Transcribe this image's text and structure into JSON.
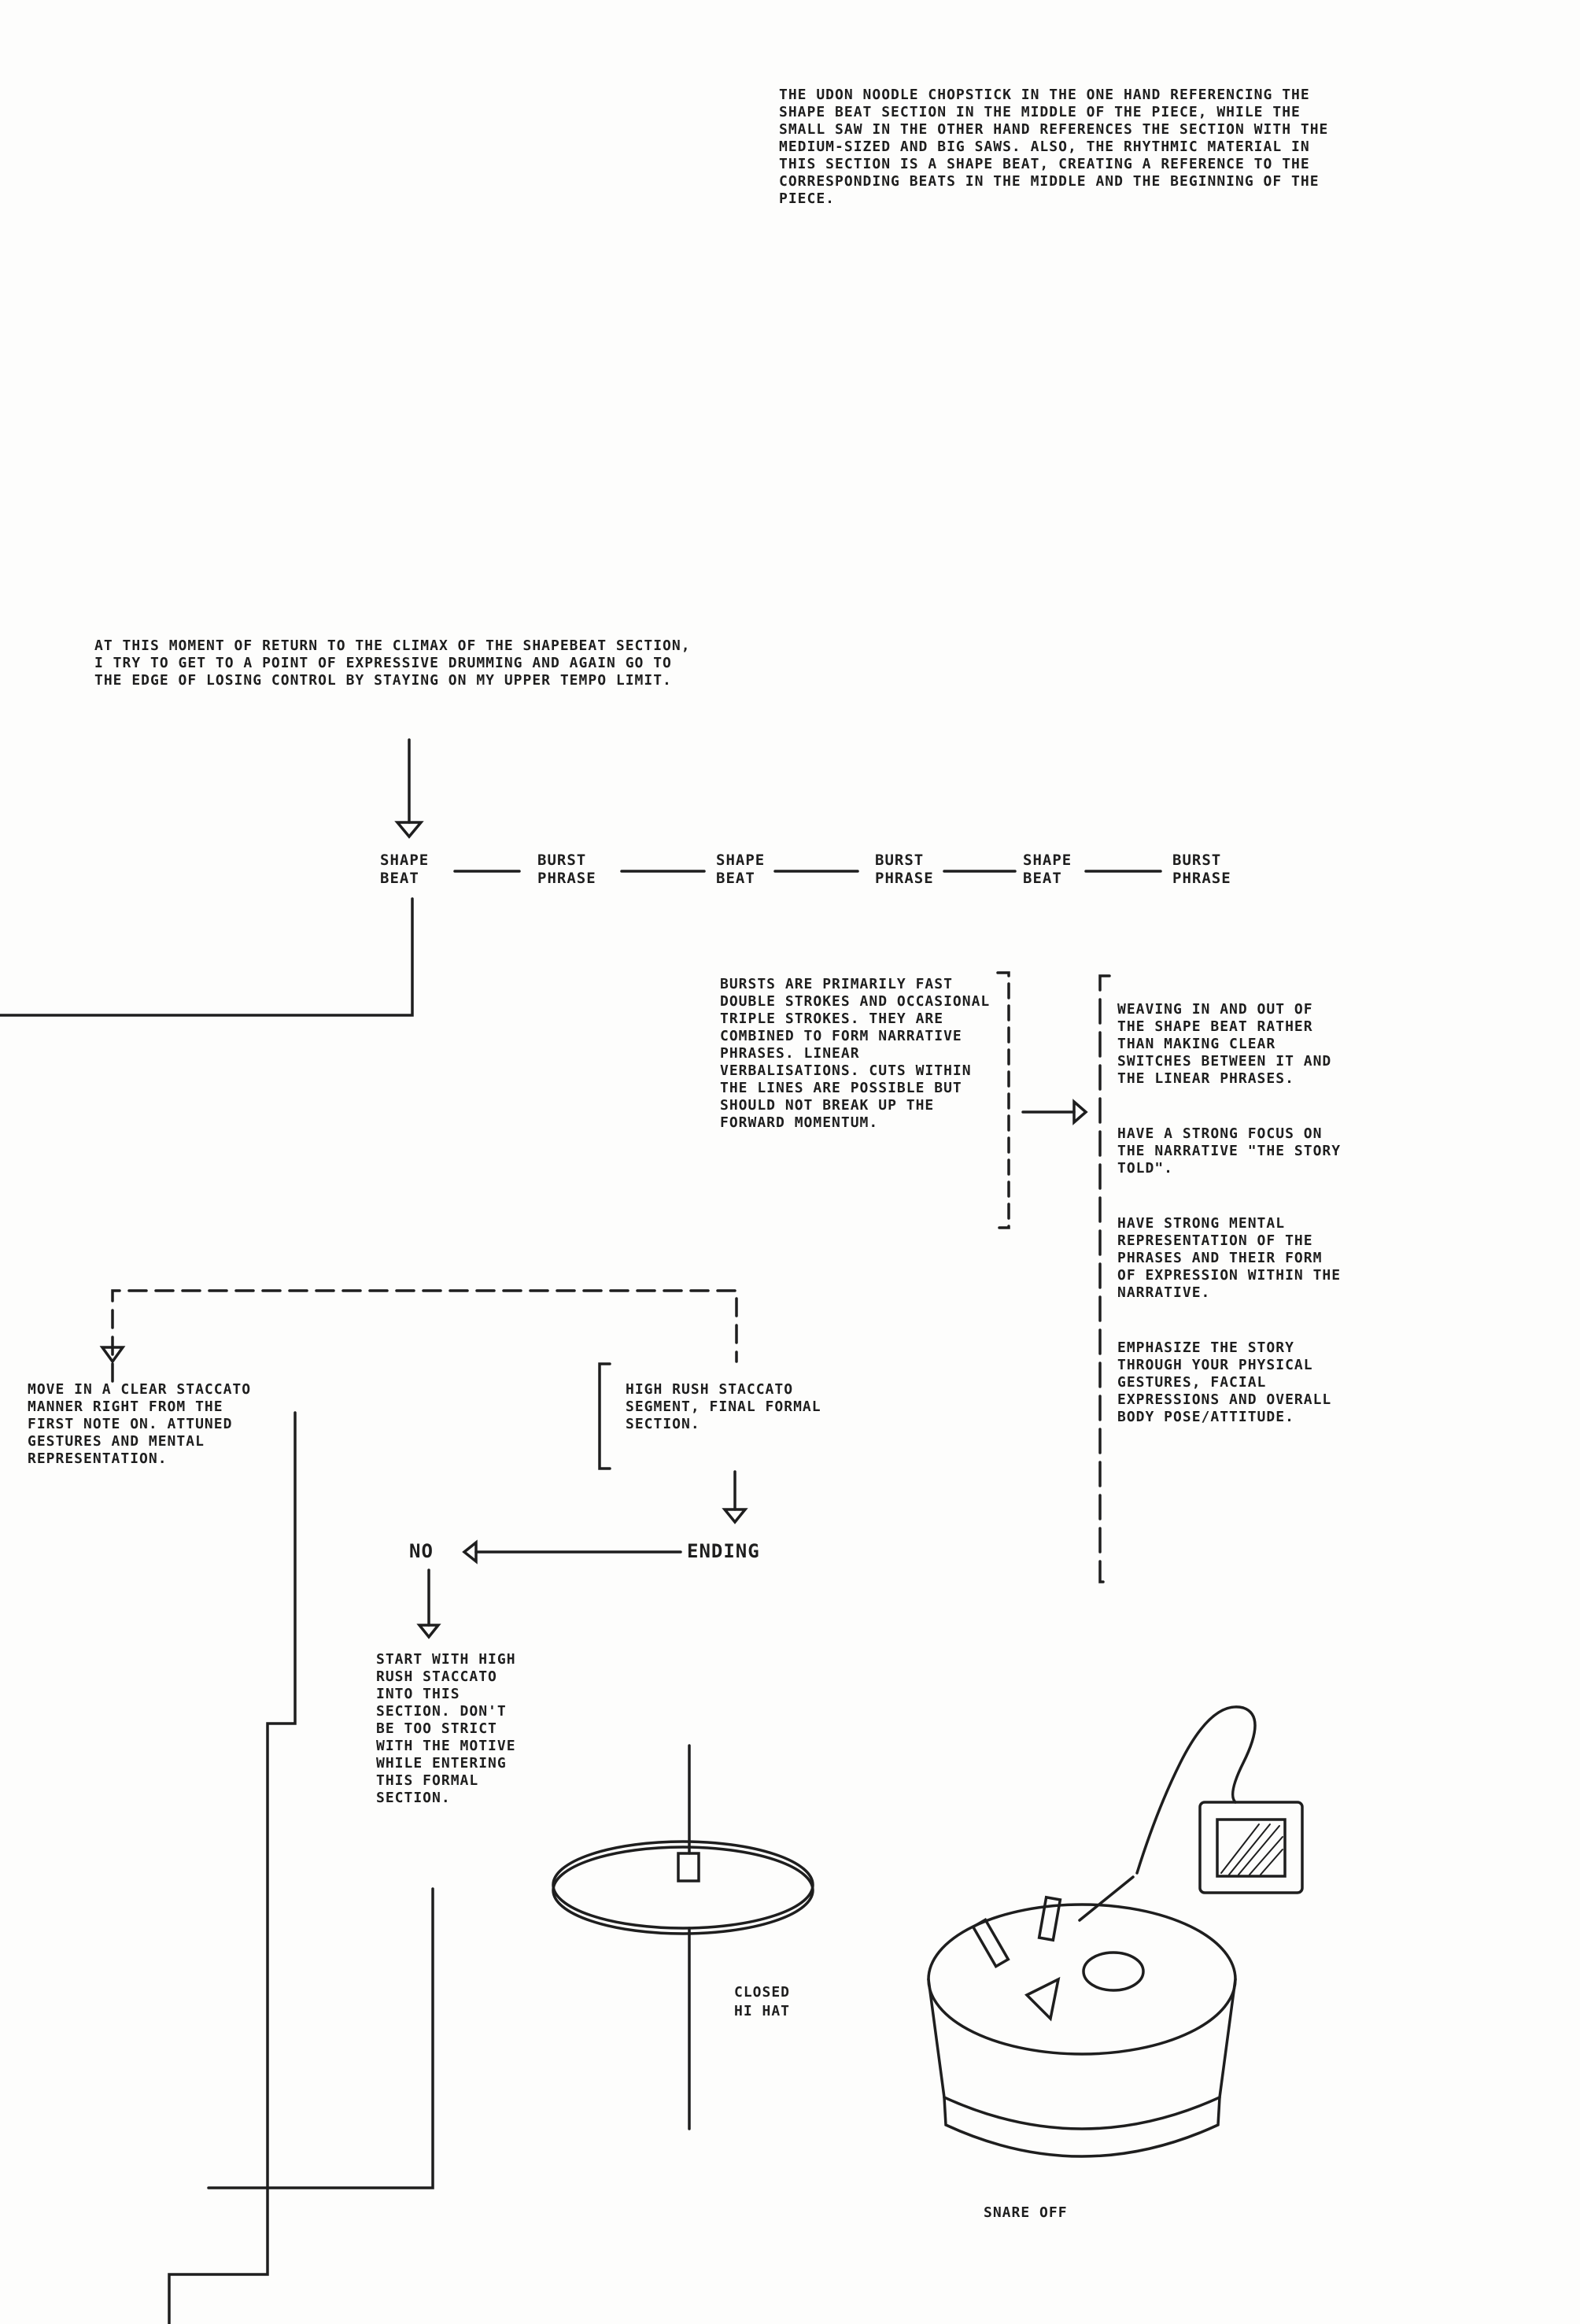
{
  "notes": {
    "top_note": "THE UDON NOODLE CHOPSTICK IN THE ONE HAND REFERENCING THE SHAPE BEAT SECTION IN THE MIDDLE OF THE PIECE, WHILE THE SMALL SAW IN THE OTHER HAND REFERENCES THE SECTION WITH THE MEDIUM-SIZED AND BIG SAWS. ALSO, THE RHYTHMIC MATERIAL IN THIS SECTION IS A SHAPE BEAT, CREATING A REFERENCE TO THE CORRESPONDING BEATS IN THE MIDDLE AND THE BEGINNING OF THE PIECE.",
    "climax_note": "AT THIS MOMENT OF RETURN TO THE CLIMAX OF THE SHAPEBEAT SECTION, I TRY TO GET TO A POINT OF EXPRESSIVE DRUMMING AND AGAIN GO TO THE EDGE OF LOSING CONTROL BY STAYING ON MY UPPER TEMPO LIMIT.",
    "bursts_note": "BURSTS ARE PRIMARILY FAST DOUBLE STROKES AND OCCASIONAL TRIPLE STROKES. THEY ARE COMBINED TO FORM NARRATIVE PHRASES. LINEAR VERBALISATIONS. CUTS WITHIN THE LINES ARE POSSIBLE BUT SHOULD NOT BREAK UP THE FORWARD MOMENTUM.",
    "weaving_items": [
      "WEAVING IN AND OUT OF THE SHAPE BEAT RATHER THAN MAKING CLEAR SWITCHES BETWEEN IT AND THE LINEAR PHRASES.",
      "HAVE A STRONG FOCUS ON THE NARRATIVE \"THE STORY TOLD\".",
      "HAVE STRONG MENTAL REPRESENTATION OF THE PHRASES AND THEIR FORM OF EXPRESSION WITHIN THE NARRATIVE.",
      "EMPHASIZE THE STORY THROUGH YOUR PHYSICAL GESTURES, FACIAL EXPRESSIONS AND OVERALL BODY POSE/ATTITUDE."
    ],
    "staccato_note": "MOVE IN A CLEAR STACCATO MANNER RIGHT FROM THE FIRST NOTE ON. ATTUNED GESTURES AND MENTAL REPRESENTATION.",
    "high_rush_note": "HIGH RUSH STACCATO SEGMENT, FINAL FORMAL SECTION.",
    "start_note": "START WITH HIGH RUSH STACCATO INTO THIS SECTION. DON'T BE TOO STRICT WITH THE MOTIVE WHILE ENTERING THIS FORMAL SECTION."
  },
  "sequence": [
    "SHAPE\nBEAT",
    "BURST\nPHRASE",
    "SHAPE\nBEAT",
    "BURST\nPHRASE",
    "SHAPE\nBEAT",
    "BURST\nPHRASE"
  ],
  "nodes": {
    "ending": "ENDING",
    "no": "NO"
  },
  "captions": {
    "hihat": "CLOSED\nHI HAT",
    "snare": "SNARE OFF"
  }
}
